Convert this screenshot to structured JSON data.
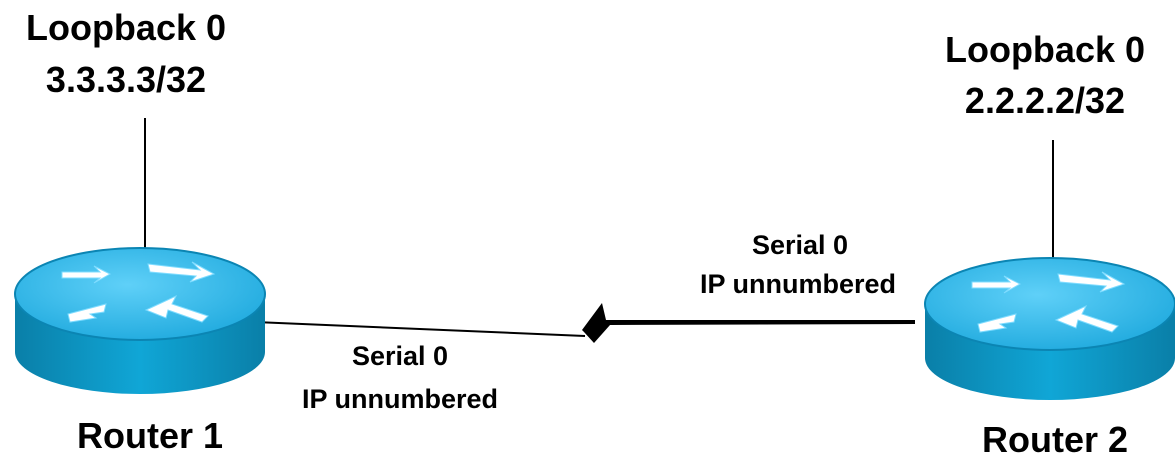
{
  "routers": [
    {
      "name": "Router 1",
      "loopback": {
        "name": "Loopback 0",
        "address": "3.3.3.3/32"
      },
      "serial": {
        "name": "Serial 0",
        "addressing": "IP unnumbered"
      }
    },
    {
      "name": "Router 2",
      "loopback": {
        "name": "Loopback 0",
        "address": "2.2.2.2/32"
      },
      "serial": {
        "name": "Serial 0",
        "addressing": "IP unnumbered"
      }
    }
  ],
  "link": {
    "type": "serial"
  },
  "colors": {
    "router_top": "#29b6f6",
    "router_side": "#0a8fb8",
    "router_arrows": "#ffffff",
    "lines": "#000000"
  }
}
